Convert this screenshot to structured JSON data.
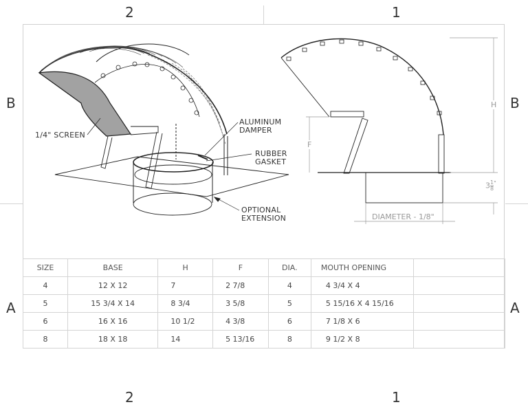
{
  "zones": {
    "top": [
      "2",
      "1"
    ],
    "bottom": [
      "2",
      "1"
    ],
    "left": [
      "B",
      "A"
    ],
    "right": [
      "B",
      "A"
    ]
  },
  "isometric_view": {
    "callouts": {
      "screen": "1/4\" SCREEN",
      "damper_line1": "ALUMINUM",
      "damper_line2": "DAMPER",
      "gasket_line1": "RUBBER",
      "gasket_line2": "GASKET",
      "extension_line1": "OPTIONAL",
      "extension_line2": "EXTENSION"
    }
  },
  "side_view": {
    "dimensions": {
      "height_label": "H",
      "f_label": "F",
      "extension_whole": "3",
      "extension_num": "1",
      "extension_den": "8",
      "extension_unit": "\"",
      "diameter": "DIAMETER - 1/8\""
    }
  },
  "table": {
    "headers": [
      "SIZE",
      "BASE",
      "H",
      "F",
      "DIA.",
      "MOUTH OPENING",
      ""
    ],
    "rows": [
      [
        "4",
        "12 X 12",
        "7",
        "2 7/8",
        "4",
        "4 3/4 X 4",
        ""
      ],
      [
        "5",
        "15 3/4 X 14",
        "8 3/4",
        "3 5/8",
        "5",
        "5 15/16 X 4 15/16",
        ""
      ],
      [
        "6",
        "16 X 16",
        "10 1/2",
        "4 3/8",
        "6",
        "7 1/8 X 6",
        ""
      ],
      [
        "8",
        "18 X 18",
        "14",
        "5 13/16",
        "8",
        "9 1/2 X 8",
        ""
      ]
    ]
  }
}
